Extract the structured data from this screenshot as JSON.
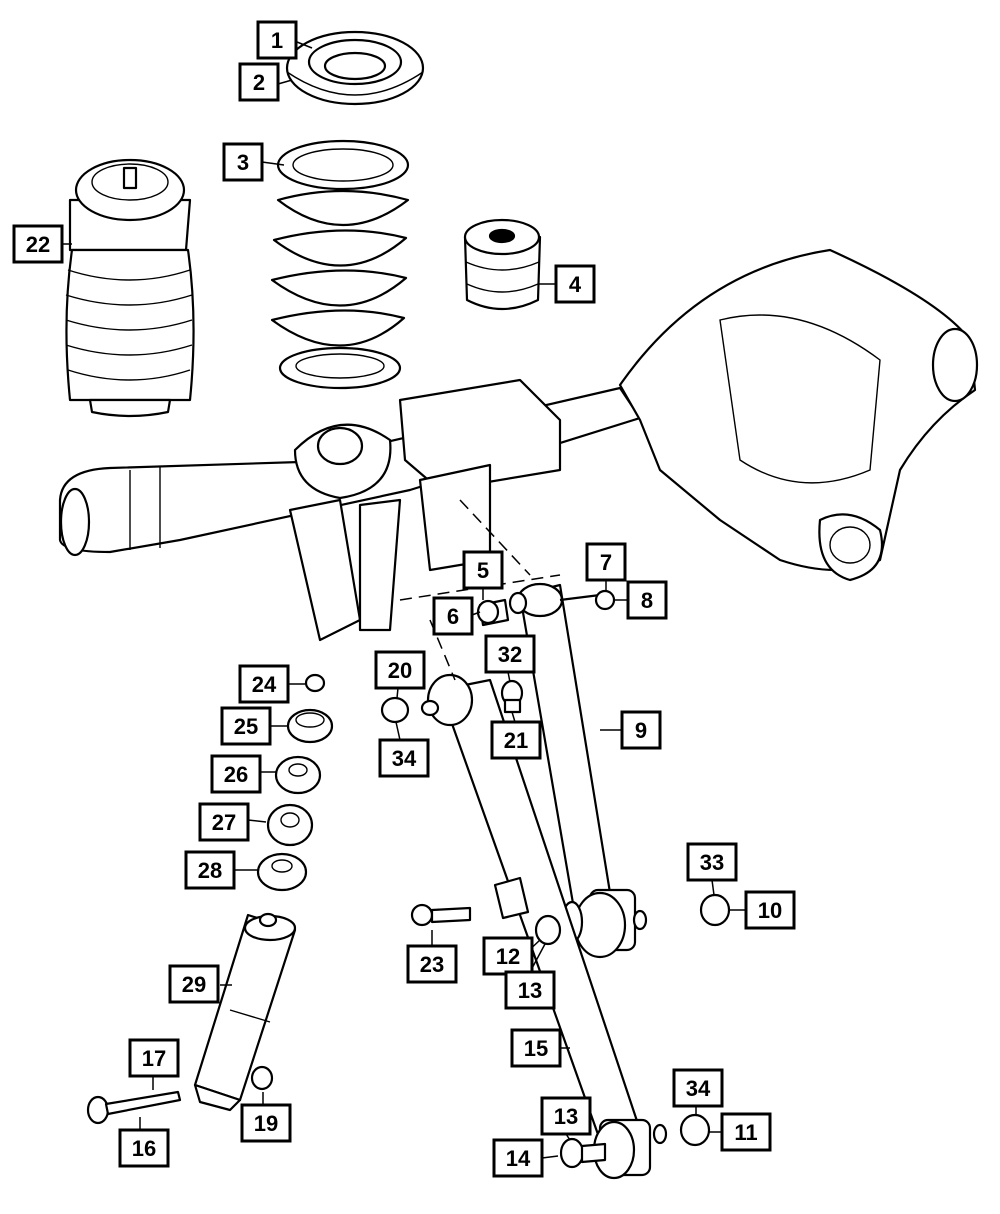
{
  "diagram": {
    "callouts": [
      "1",
      "2",
      "3",
      "4",
      "5",
      "6",
      "7",
      "8",
      "9",
      "10",
      "11",
      "12",
      "13",
      "13",
      "14",
      "15",
      "16",
      "17",
      "19",
      "20",
      "21",
      "22",
      "23",
      "24",
      "25",
      "26",
      "27",
      "28",
      "29",
      "32",
      "33",
      "34",
      "34"
    ]
  }
}
